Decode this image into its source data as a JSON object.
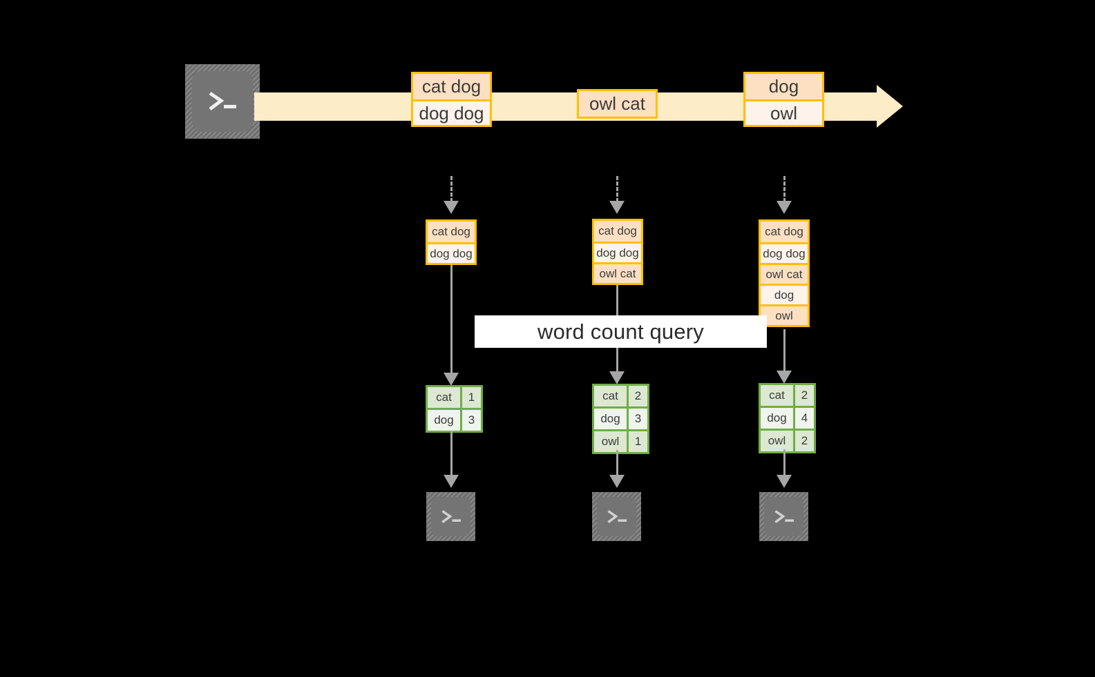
{
  "diagram": {
    "title": "word count query",
    "colors": {
      "background": "#000000",
      "stream_band": "#FDECC8",
      "record_border": "#FFBF00",
      "record_fill_dark": "#FDE0C2",
      "record_fill_light": "#FDF3EA",
      "table_border": "#70AD47",
      "table_fill_dark": "#DCE8D2",
      "table_fill_light": "#EFF4EC",
      "connector": "#A6A6A6",
      "icon_gray": "#747474",
      "label_band": "#FFFFFF"
    }
  },
  "source": {
    "icon": "terminal-icon",
    "glyph": ">_"
  },
  "stream": {
    "icon": "arrow-right-icon",
    "groups": [
      {
        "name": "stream-batch-1",
        "rows": [
          {
            "text": "cat dog",
            "shade": "dark"
          },
          {
            "text": "dog dog",
            "shade": "light"
          }
        ]
      },
      {
        "name": "stream-batch-2",
        "rows": [
          {
            "text": "owl cat",
            "shade": "dark"
          }
        ]
      },
      {
        "name": "stream-batch-3",
        "rows": [
          {
            "text": "dog",
            "shade": "dark"
          },
          {
            "text": "owl",
            "shade": "light"
          }
        ]
      }
    ]
  },
  "snapshots": [
    {
      "name": "snapshot-t1",
      "rows": [
        {
          "text": "cat dog",
          "shade": "dark"
        },
        {
          "text": "dog dog",
          "shade": "light"
        }
      ],
      "result": {
        "name": "result-table-t1",
        "rows": [
          {
            "key": "cat",
            "value": "1",
            "shade": "dark"
          },
          {
            "key": "dog",
            "value": "3",
            "shade": "light"
          }
        ]
      },
      "sink": {
        "icon": "terminal-icon",
        "glyph": ">_"
      }
    },
    {
      "name": "snapshot-t2",
      "rows": [
        {
          "text": "cat dog",
          "shade": "dark"
        },
        {
          "text": "dog dog",
          "shade": "light"
        },
        {
          "text": "owl cat",
          "shade": "dark"
        }
      ],
      "result": {
        "name": "result-table-t2",
        "rows": [
          {
            "key": "cat",
            "value": "2",
            "shade": "dark"
          },
          {
            "key": "dog",
            "value": "3",
            "shade": "light"
          },
          {
            "key": "owl",
            "value": "1",
            "shade": "dark"
          }
        ]
      },
      "sink": {
        "icon": "terminal-icon",
        "glyph": ">_"
      }
    },
    {
      "name": "snapshot-t3",
      "rows": [
        {
          "text": "cat dog",
          "shade": "dark"
        },
        {
          "text": "dog dog",
          "shade": "light"
        },
        {
          "text": "owl cat",
          "shade": "dark"
        },
        {
          "text": "dog",
          "shade": "light"
        },
        {
          "text": "owl",
          "shade": "dark"
        }
      ],
      "result": {
        "name": "result-table-t3",
        "rows": [
          {
            "key": "cat",
            "value": "2",
            "shade": "dark"
          },
          {
            "key": "dog",
            "value": "4",
            "shade": "light"
          },
          {
            "key": "owl",
            "value": "2",
            "shade": "dark"
          }
        ]
      },
      "sink": {
        "icon": "terminal-icon",
        "glyph": ">_"
      }
    }
  ]
}
